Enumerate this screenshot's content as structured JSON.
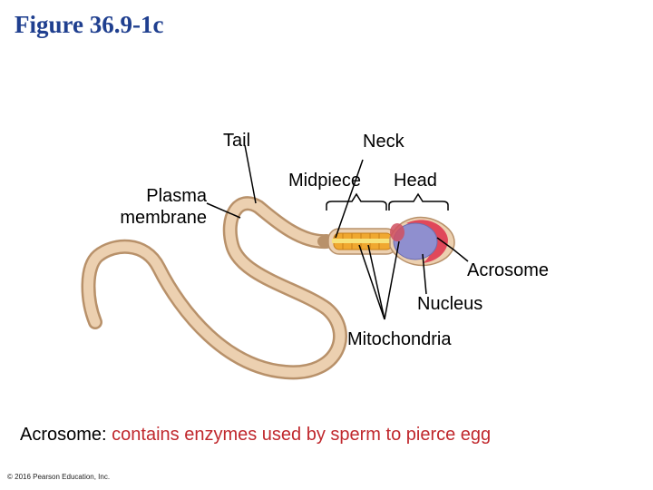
{
  "title": "Figure 36.9-1c",
  "labels": {
    "tail": "Tail",
    "neck": "Neck",
    "plasma_membrane_line1": "Plasma",
    "plasma_membrane_line2": "membrane",
    "midpiece": "Midpiece",
    "head": "Head",
    "acrosome": "Acrosome",
    "nucleus": "Nucleus",
    "mitochondria": "Mitochondria"
  },
  "caption": {
    "term": "Acrosome:",
    "definition": "contains enzymes used by sperm to pierce egg"
  },
  "copyright": "© 2016 Pearson Education, Inc.",
  "colors": {
    "title": "#1f3f8f",
    "caption_definition": "#c0282d",
    "sperm_body": "#e9c8a4",
    "sperm_outline": "#b8916a",
    "mitochondria": "#f0a830",
    "nucleus": "#8f8fcf",
    "acrosome": "#e0485a"
  }
}
